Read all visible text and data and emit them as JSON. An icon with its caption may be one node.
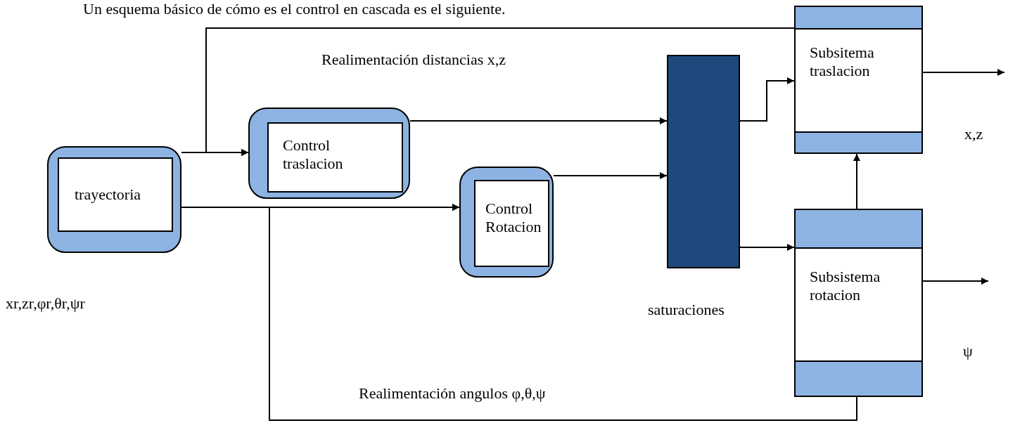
{
  "diagram": {
    "title": "Un esquema básico de cómo es el control en cascada es el siguiente.",
    "nodes": [
      {
        "text": [
          "trayectoria"
        ]
      },
      {
        "text": [
          "Control traslacion"
        ]
      },
      {
        "text": [
          "Control Rotacion"
        ]
      },
      {
        "text": [],
        "shape": "bar",
        "beside": [
          "saturaciones"
        ]
      },
      {
        "text": [
          "Subsitema traslacion"
        ]
      },
      {
        "text": [
          "Subsistema rotacion"
        ]
      }
    ],
    "edges": [
      {
        "from": 0,
        "to": 1,
        "arrow": "to"
      },
      {
        "from": 0,
        "to": 2,
        "arrow": "to"
      },
      {
        "from": 1,
        "to": 3,
        "arrow": "to"
      },
      {
        "from": 2,
        "to": 3,
        "arrow": "to"
      },
      {
        "from": 3,
        "to": 4,
        "arrow": "to"
      },
      {
        "from": 3,
        "to": 5,
        "arrow": "to"
      },
      {
        "from": 5,
        "to": 4,
        "arrow": "to"
      },
      {
        "from": 4,
        "to": null,
        "arrow": "to"
      },
      {
        "from": 5,
        "to": null,
        "arrow": "to"
      },
      {
        "from": 4,
        "to": 1,
        "arrow": "to",
        "label": "Realimentación distancias x,z"
      },
      {
        "from": 5,
        "to": 2,
        "arrow": "to",
        "label": "Realimentación angulos φ,θ,ψ"
      }
    ],
    "labels": [
      "x,z",
      "ψ",
      "xr,zr,φr,θr,ψr"
    ]
  }
}
